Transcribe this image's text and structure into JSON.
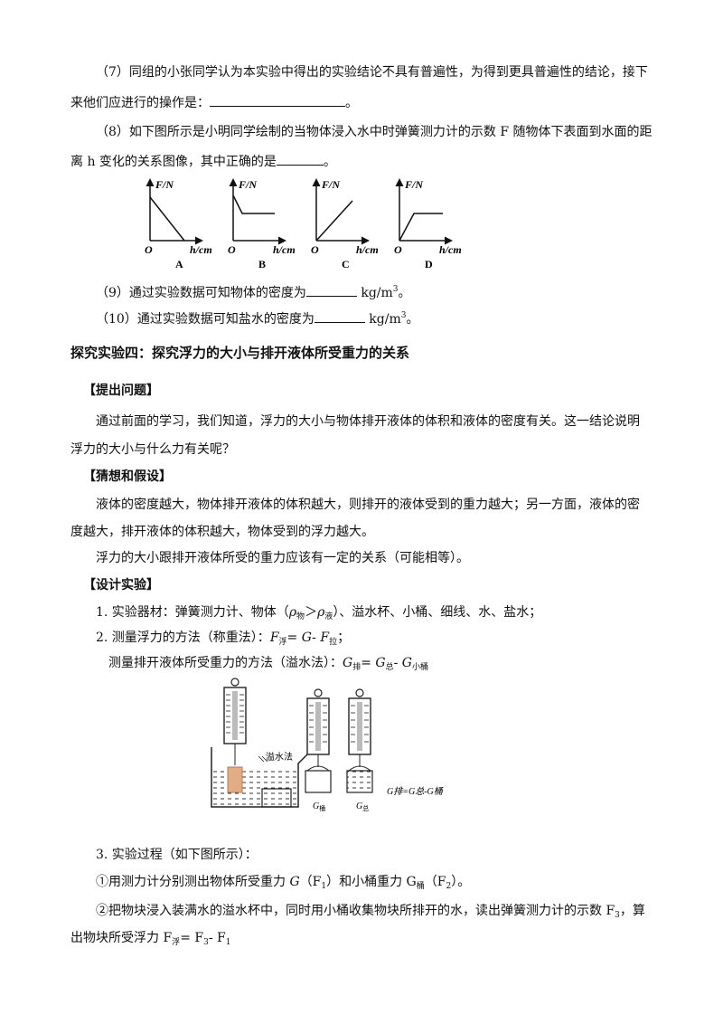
{
  "q7": {
    "line1": "（7）同组的小张同学认为本实验中得出的实验结论不具有普遍性，为得到更具普遍性的结论，接下",
    "line2_prefix": "来他们应进行的操作是：",
    "line2_suffix": "。"
  },
  "q8": {
    "line1": "（8）如下图所示是小明同学绘制的当物体浸入水中时弹簧测力计的示数 F 随物体下表面到水面的距",
    "line2_prefix": "离 h 变化的关系图像，其中正确的是",
    "line2_suffix": "。"
  },
  "graphs": {
    "y_label": "F/N",
    "x_label": "h/cm",
    "origin": "O",
    "captions": [
      "A",
      "B",
      "C",
      "D"
    ]
  },
  "q9": {
    "prefix": "（9）通过实验数据可知物体的密度为",
    "unit": "kg/m",
    "unit_exp": "3",
    "end": "。"
  },
  "q10": {
    "prefix": "（10）通过实验数据可知盐水的密度为",
    "unit": "kg/m",
    "unit_exp": "3",
    "end": "。"
  },
  "exp4_title": "探究实验四：探究浮力的大小与排开液体所受重力的关系",
  "sec_question": {
    "heading": "【提出问题】",
    "line1": "通过前面的学习，我们知道，浮力的大小与物体排开液体的体积和液体的密度有关。这一结论说明",
    "line2": "浮力的大小与什么力有关呢？"
  },
  "sec_hypothesis": {
    "heading": "【猜想和假设】",
    "line1": "液体的密度越大，物体排开液体的体积越大，则排开的液体受到的重力越大；另一方面，液体的密",
    "line2": "度越大，排开液体的体积越大，物体受到的浮力越大。",
    "line3": "浮力的大小跟排开液体所受的重力应该有一定的关系（可能相等）。"
  },
  "sec_design": {
    "heading": "【设计实验】",
    "item1_a": "1. 实验器材：弹簧测力计、物体（",
    "item1_rho": "ρ",
    "item1_sub1": "物",
    "item1_gt": "＞",
    "item1_sub2": "液",
    "item1_b": "）、溢水杯、小桶、细线、水、盐水；",
    "item2_a": "2. 测量浮力的方法（称重法）：",
    "item2_F": "F",
    "item2_sub1": "浮",
    "item2_eq": "= G- F",
    "item2_sub2": "拉",
    "item2_end": "；",
    "item2b_a": "测量排开液体所受重力的方法（溢水法）：",
    "item2b_G": "G",
    "item2b_sub1": "排",
    "item2b_eq": "= G",
    "item2b_sub2": "总",
    "item2b_mid": "- G",
    "item2b_sub3": "小桶"
  },
  "figure": {
    "overflow_label": "溢水法",
    "label_g_bucket": "G",
    "label_g_bucket_sub": "桶",
    "label_g_total": "G",
    "label_g_total_sub": "总",
    "formula": "G排=G总-G桶"
  },
  "process": {
    "heading": "3. 实验过程（如下图所示）：",
    "step1_a": "①用测力计分别测出物体所受重力 ",
    "step1_G": "G",
    "step1_b": "（F",
    "step1_sub1": "1",
    "step1_c": "）和小桶重力 G",
    "step1_sub2": "桶",
    "step1_d": "（F",
    "step1_sub3": "2",
    "step1_e": "）。",
    "step2_line1_a": "②把物块浸入装满水的溢水杯中，同时用小桶收集物块所排开的水，读出弹簧测力计的示数 F",
    "step2_sub": "3",
    "step2_line1_b": "，算",
    "step2_line2_a": "出物块所受浮力 F",
    "step2_line2_sub1": "浮",
    "step2_line2_b": "= F",
    "step2_line2_sub2": "3",
    "step2_line2_c": "- F",
    "step2_line2_sub3": "1"
  }
}
